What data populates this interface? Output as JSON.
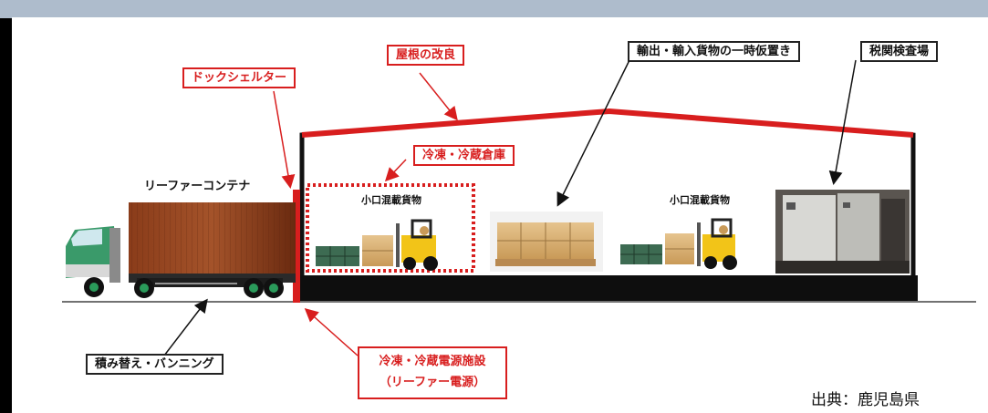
{
  "labels": {
    "dock_shelter": "ドックシェルター",
    "roof_improvement": "屋根の改良",
    "temporary_storage": "輸出・輸入貨物の一時仮置き",
    "customs_inspection": "税関検査場",
    "reefer_container": "リーファーコンテナ",
    "cold_storage": "冷凍・冷蔵倉庫",
    "mixed_cargo_1": "小口混載貨物",
    "mixed_cargo_2": "小口混載貨物",
    "transshipment": "積み替え・バンニング",
    "power_supply_line1": "冷凍・冷蔵電源施設",
    "power_supply_line2": "（リーファー電源）"
  },
  "source": "出典：鹿児島県",
  "colors": {
    "accent_red": "#d81e1e",
    "container_brown": "#7a3416",
    "truck_cab_green": "#2f8f63",
    "forklift_yellow": "#f2c418",
    "floor_black": "#0e0e0e"
  }
}
